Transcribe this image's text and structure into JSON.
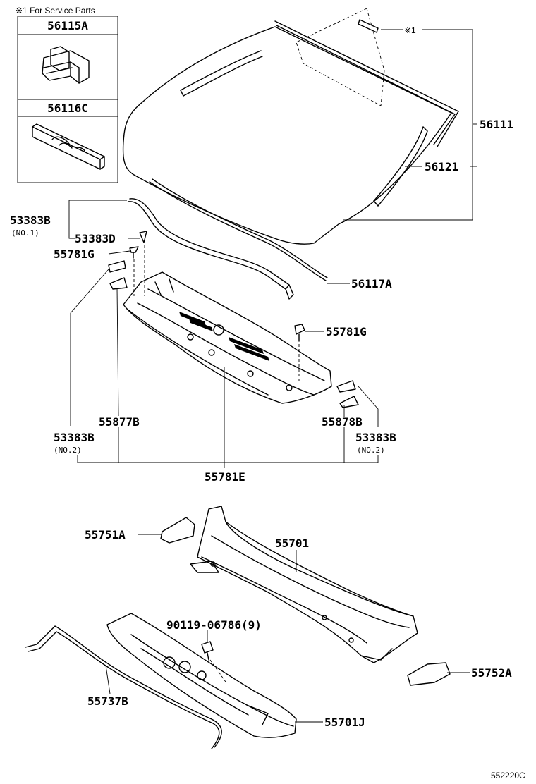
{
  "service_box": {
    "note": "※1 For Service Parts",
    "items": [
      {
        "part_no": "56115A"
      },
      {
        "part_no": "56116C"
      }
    ]
  },
  "callout_marker": "※1",
  "labels": {
    "p56111": "56111",
    "p56121": "56121",
    "p53383B_no1": "53383B",
    "p53383B_no1_sub": "(NO.1)",
    "p53383D": "53383D",
    "p55781G_left": "55781G",
    "p56117A": "56117A",
    "p55781G_right": "55781G",
    "p55877B": "55877B",
    "p55878B": "55878B",
    "p53383B_no2_left": "53383B",
    "p53383B_no2_left_sub": "(NO.2)",
    "p53383B_no2_right": "53383B",
    "p53383B_no2_right_sub": "(NO.2)",
    "p55781E": "55781E",
    "p55751A": "55751A",
    "p55701": "55701",
    "p90119": "90119-06786(9)",
    "p55752A": "55752A",
    "p55737B": "55737B",
    "p55701J": "55701J"
  },
  "figure_ref": "552220C"
}
